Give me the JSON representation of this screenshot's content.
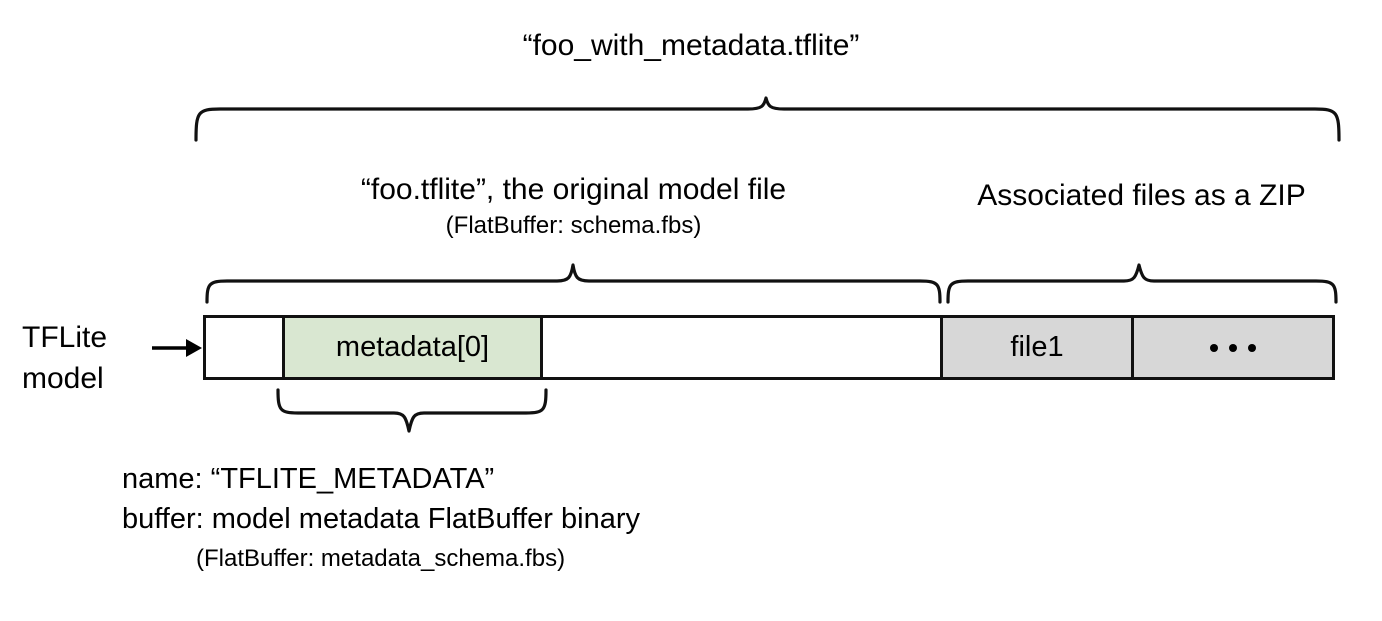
{
  "diagram": {
    "title": "“foo_with_metadata.tflite”",
    "source_label_line1": "TFLite",
    "source_label_line2": "model",
    "arrow_icon": "right-arrow-icon",
    "groups": {
      "model_file": {
        "label": "“foo.tflite”, the original model file",
        "sublabel": "(FlatBuffer: schema.fbs)"
      },
      "zip": {
        "label": "Associated files as a ZIP"
      }
    },
    "bar_segments": [
      {
        "id": "empty-head",
        "label": "",
        "fill": "#ffffff"
      },
      {
        "id": "metadata",
        "label": "metadata[0]",
        "fill": "#d9e7d1"
      },
      {
        "id": "body",
        "label": "",
        "fill": "#ffffff"
      },
      {
        "id": "file1",
        "label": "file1",
        "fill": "#d7d7d7"
      },
      {
        "id": "ellipsis",
        "label": ". . .",
        "fill": "#d7d7d7"
      }
    ],
    "metadata_annotation": {
      "name_line": "name: “TFLITE_METADATA”",
      "buffer_line": "buffer: model metadata FlatBuffer binary",
      "schema_line": "(FlatBuffer: metadata_schema.fbs)"
    },
    "colors": {
      "metadata_fill": "#d9e7d1",
      "zip_fill": "#d7d7d7",
      "stroke": "#111111",
      "background": "#ffffff"
    }
  }
}
